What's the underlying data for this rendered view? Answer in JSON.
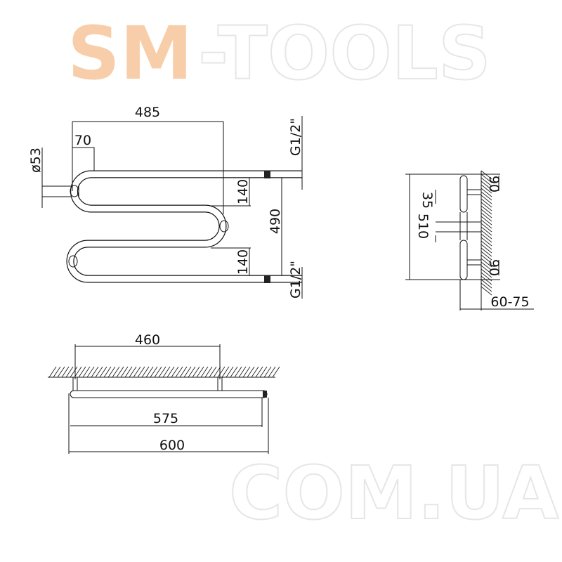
{
  "front_view": {
    "width_485": "485",
    "offset_70": "70",
    "diameter_53": "ø53",
    "thread_top": "G1/2\"",
    "thread_bottom": "G1/2\"",
    "loop_140_top": "140",
    "loop_140_bottom": "140",
    "height_490": "490"
  },
  "side_view": {
    "height_510": "510",
    "tube_35": "35",
    "bracket_90_top": "90",
    "bracket_90_bottom": "90",
    "wall_distance": "60-75"
  },
  "top_view": {
    "bracket_spacing_460": "460",
    "length_575": "575",
    "length_600": "600"
  },
  "watermark": {
    "line1_accent": "SM",
    "line1_rest": "-TOOLS",
    "line2": "COM.UA",
    "accent_color": "#f7c9a0",
    "gray_color": "#e4e4e4"
  }
}
